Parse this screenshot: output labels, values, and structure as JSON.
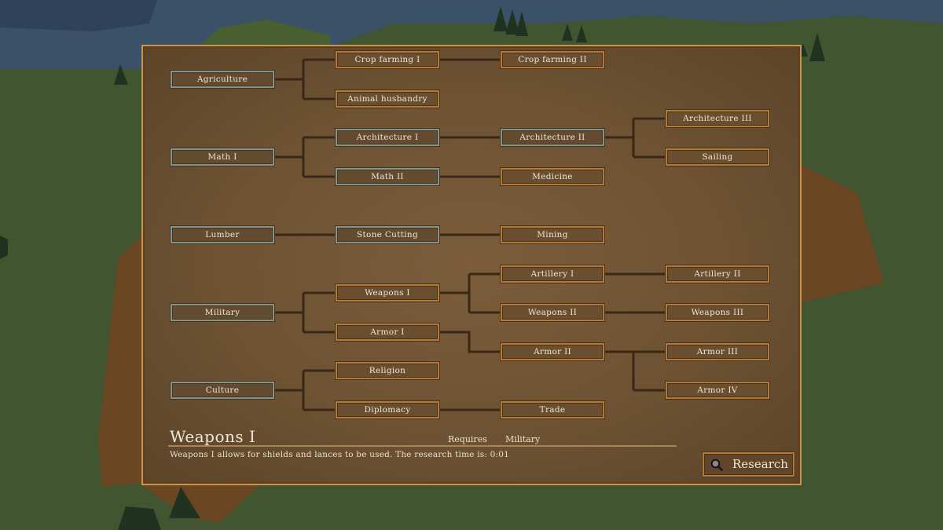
{
  "colors": {
    "panel_border": "#c89450",
    "node_available_border": "#b07a3c",
    "node_researched_border": "#7f9592",
    "link": "#3a2816",
    "text": "#efe6d6"
  },
  "tech_tree": {
    "rows": [
      {
        "root": {
          "label": "Agriculture",
          "state": "researched"
        },
        "children": [
          {
            "label": "Crop farming I",
            "state": "available"
          },
          {
            "label": "Crop farming II",
            "state": "available"
          },
          {
            "label": "Animal husbandry",
            "state": "available"
          }
        ]
      },
      {
        "root": {
          "label": "Math I",
          "state": "researched"
        },
        "children": [
          {
            "label": "Architecture I",
            "state": "researched"
          },
          {
            "label": "Architecture II",
            "state": "researched"
          },
          {
            "label": "Architecture III",
            "state": "available"
          },
          {
            "label": "Sailing",
            "state": "available"
          },
          {
            "label": "Math II",
            "state": "researched"
          },
          {
            "label": "Medicine",
            "state": "available"
          }
        ]
      },
      {
        "root": {
          "label": "Lumber",
          "state": "researched"
        },
        "children": [
          {
            "label": "Stone Cutting",
            "state": "researched"
          },
          {
            "label": "Mining",
            "state": "available"
          }
        ]
      },
      {
        "root": {
          "label": "Military",
          "state": "researched"
        },
        "children": [
          {
            "label": "Weapons I",
            "state": "available"
          },
          {
            "label": "Artillery I",
            "state": "available"
          },
          {
            "label": "Artillery II",
            "state": "available"
          },
          {
            "label": "Weapons II",
            "state": "available"
          },
          {
            "label": "Weapons III",
            "state": "available"
          },
          {
            "label": "Armor I",
            "state": "available"
          },
          {
            "label": "Armor II",
            "state": "available"
          },
          {
            "label": "Armor III",
            "state": "available"
          },
          {
            "label": "Armor IV",
            "state": "available"
          }
        ]
      },
      {
        "root": {
          "label": "Culture",
          "state": "researched"
        },
        "children": [
          {
            "label": "Religion",
            "state": "available"
          },
          {
            "label": "Diplomacy",
            "state": "available"
          },
          {
            "label": "Trade",
            "state": "available"
          }
        ]
      }
    ]
  },
  "info": {
    "title": "Weapons I",
    "requires_label": "Requires",
    "requires_value": "Military",
    "description": "Weapons I allows for shields and lances to be used. The research time is: 0:01"
  },
  "research_button": {
    "label": "Research",
    "icon": "magnifier-icon"
  }
}
